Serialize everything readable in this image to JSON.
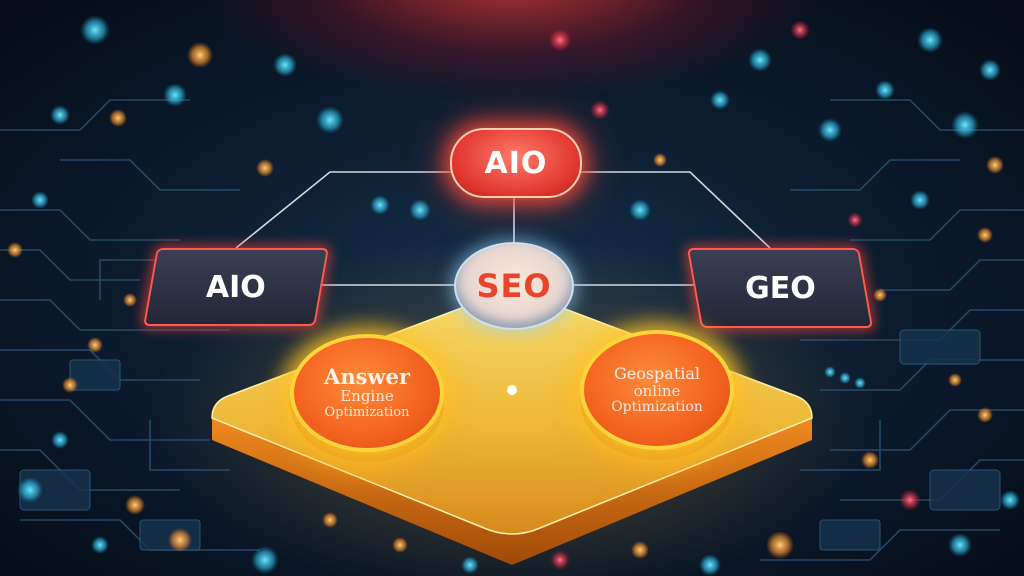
{
  "nodes": {
    "top": "AIO",
    "left": "AIO",
    "center": "SEO",
    "right": "GEO"
  },
  "answer_engine": {
    "line1": "Answer",
    "line2": "Engine",
    "line3": "Optimization"
  },
  "geospatial": {
    "line1": "Geospatial",
    "line2": "online",
    "line3": "Optimization"
  },
  "colors": {
    "background": "#0b1626",
    "top_node": "#e0362e",
    "box_border": "#ff5a4a",
    "circle_fill": "#f2621f",
    "circle_ring": "#ffd43a",
    "platform": "#f0c84a",
    "seo_text": "#e8462a"
  }
}
